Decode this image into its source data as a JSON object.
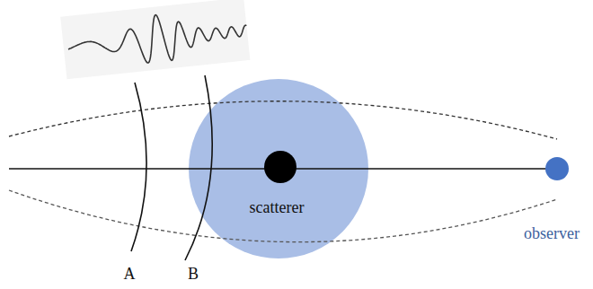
{
  "diagram": {
    "labels": [
      "A",
      "B",
      "scatterer",
      "observer"
    ]
  }
}
